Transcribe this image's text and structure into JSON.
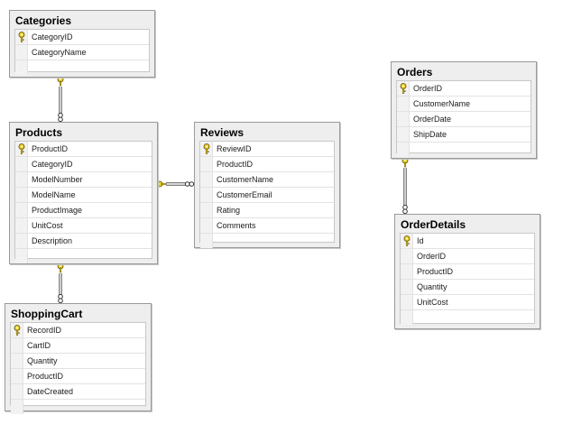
{
  "tables": {
    "categories": {
      "name": "Categories",
      "columns": [
        "CategoryID",
        "CategoryName"
      ]
    },
    "products": {
      "name": "Products",
      "columns": [
        "ProductID",
        "CategoryID",
        "ModelNumber",
        "ModelName",
        "ProductImage",
        "UnitCost",
        "Description"
      ]
    },
    "reviews": {
      "name": "Reviews",
      "columns": [
        "ReviewID",
        "ProductID",
        "CustomerName",
        "CustomerEmail",
        "Rating",
        "Comments"
      ]
    },
    "shoppingcart": {
      "name": "ShoppingCart",
      "columns": [
        "RecordID",
        "CartID",
        "Quantity",
        "ProductID",
        "DateCreated"
      ]
    },
    "orders": {
      "name": "Orders",
      "columns": [
        "OrderID",
        "CustomerName",
        "OrderDate",
        "ShipDate"
      ]
    },
    "orderdetails": {
      "name": "OrderDetails",
      "columns": [
        "Id",
        "OrderID",
        "ProductID",
        "Quantity",
        "UnitCost"
      ]
    }
  },
  "primary_keys": {
    "categories": "CategoryID",
    "products": "ProductID",
    "reviews": "ReviewID",
    "shoppingcart": "RecordID",
    "orders": "OrderID",
    "orderdetails": "Id"
  },
  "relationships": [
    {
      "one": "categories",
      "many": "products"
    },
    {
      "one": "products",
      "many": "reviews"
    },
    {
      "one": "products",
      "many": "shoppingcart"
    },
    {
      "one": "orders",
      "many": "orderdetails"
    }
  ],
  "colors": {
    "key_icon": "#f0d020",
    "connector": "#555555"
  }
}
